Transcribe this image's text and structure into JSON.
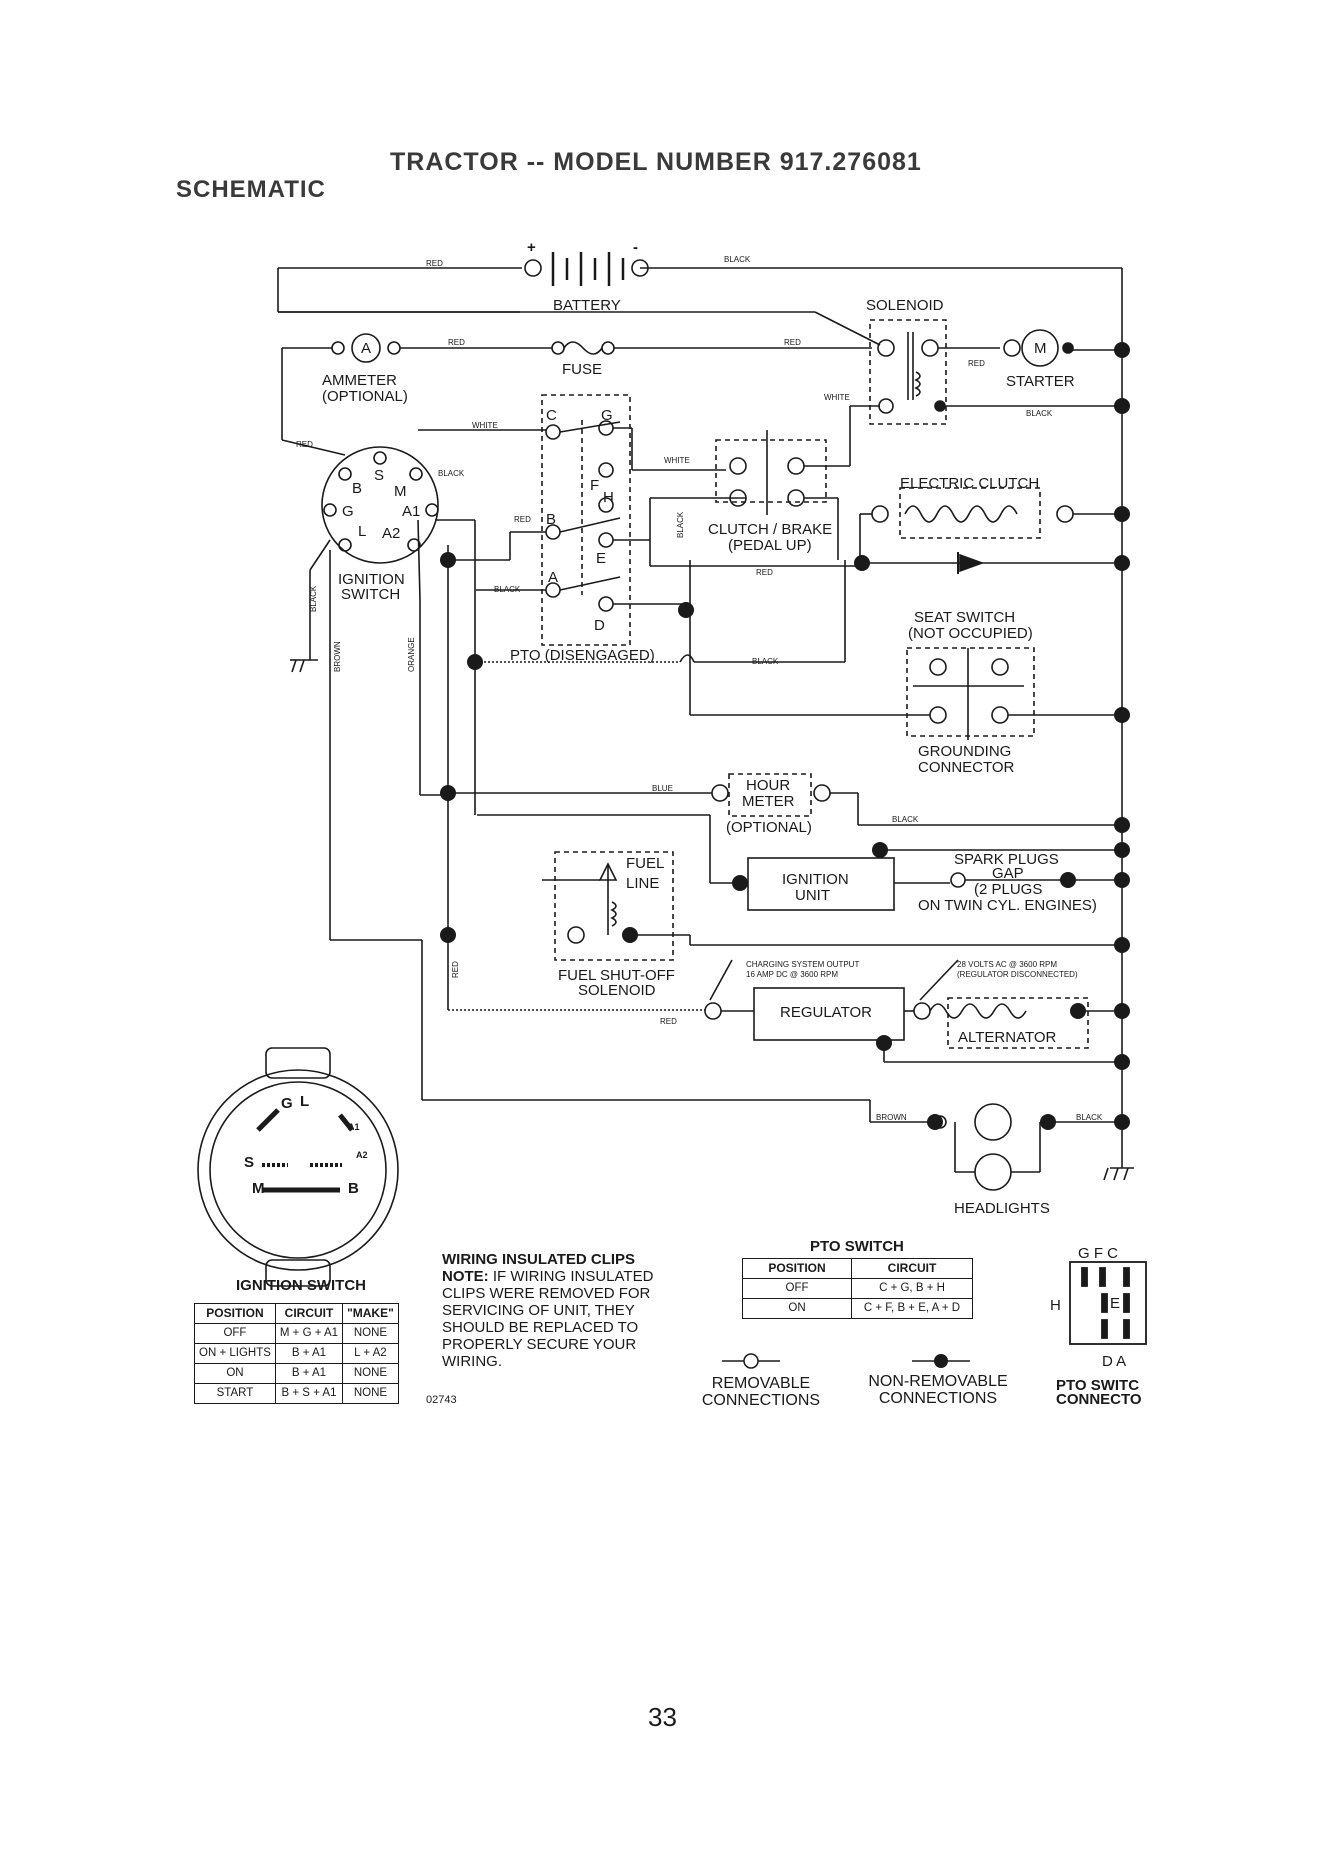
{
  "header": {
    "title": "TRACTOR -- MODEL NUMBER 917.276081",
    "subtitle": "SCHEMATIC"
  },
  "components": {
    "battery": "BATTERY",
    "battery_plus": "+",
    "battery_minus": "-",
    "solenoid": "SOLENOID",
    "ammeter": "AMMETER",
    "ammeter_optional": "(OPTIONAL)",
    "ammeter_symbol": "A",
    "fuse": "FUSE",
    "starter": "STARTER",
    "starter_symbol": "M",
    "ignition_switch_1": "IGNITION",
    "ignition_switch_2": "SWITCH",
    "electric_clutch": "ELECTRIC CLUTCH",
    "clutch_brake_1": "CLUTCH / BRAKE",
    "clutch_brake_2": "(PEDAL UP)",
    "seat_switch_1": "SEAT SWITCH",
    "seat_switch_2": "(NOT OCCUPIED)",
    "grounding_1": "GROUNDING",
    "grounding_2": "CONNECTOR",
    "pto_disengaged": "PTO (DISENGAGED)",
    "hour_meter_1": "HOUR",
    "hour_meter_2": "METER",
    "hour_meter_optional": "(OPTIONAL)",
    "fuel_line_1": "FUEL",
    "fuel_line_2": "LINE",
    "ignition_unit_1": "IGNITION",
    "ignition_unit_2": "UNIT",
    "spark_plugs_1": "SPARK PLUGS",
    "spark_plugs_2": "GAP",
    "spark_plugs_3": "(2 PLUGS",
    "spark_plugs_4": "ON TWIN CYL. ENGINES)",
    "fuel_shutoff_1": "FUEL SHUT-OFF",
    "fuel_shutoff_2": "SOLENOID",
    "charging_output_1": "CHARGING SYSTEM OUTPUT",
    "charging_output_2": "16 AMP DC @ 3600 RPM",
    "volts_ac_1": "28 VOLTS AC @ 3600 RPM",
    "volts_ac_2": "(REGULATOR DISCONNECTED)",
    "regulator": "REGULATOR",
    "alternator": "ALTERNATOR",
    "headlights": "HEADLIGHTS"
  },
  "terminals": {
    "C": "C",
    "G": "G",
    "F": "F",
    "H": "H",
    "B": "B",
    "E": "E",
    "A": "A",
    "D": "D",
    "ign_B": "B",
    "ign_S": "S",
    "ign_M": "M",
    "ign_G": "G",
    "ign_A1": "A1",
    "ign_L": "L",
    "ign_A2": "A2"
  },
  "wire_colors": {
    "red": "RED",
    "black": "BLACK",
    "white": "WHITE",
    "blue": "BLUE",
    "brown": "BROWN",
    "orange": "ORANGE"
  },
  "ignition_face": {
    "G": "G",
    "L": "L",
    "A1": "A1",
    "A2": "A2",
    "S": "S",
    "M": "M",
    "B": "B"
  },
  "ignition_table": {
    "caption": "IGNITION SWITCH",
    "headers": [
      "POSITION",
      "CIRCUIT",
      "\"MAKE\""
    ],
    "rows": [
      [
        "OFF",
        "M + G + A1",
        "NONE"
      ],
      [
        "ON + LIGHTS",
        "B + A1",
        "L + A2"
      ],
      [
        "ON",
        "B + A1",
        "NONE"
      ],
      [
        "START",
        "B + S + A1",
        "NONE"
      ]
    ]
  },
  "wiring_note": {
    "heading": "WIRING INSULATED CLIPS",
    "note_label": "NOTE:",
    "text": "IF WIRING INSULATED CLIPS WERE REMOVED FOR SERVICING OF UNIT, THEY SHOULD BE REPLACED TO PROPERLY SECURE YOUR WIRING."
  },
  "drawing_code": "02743",
  "pto_table": {
    "caption": "PTO SWITCH",
    "headers": [
      "POSITION",
      "CIRCUIT"
    ],
    "rows": [
      [
        "OFF",
        "C + G, B + H"
      ],
      [
        "ON",
        "C + F, B + E, A + D"
      ]
    ]
  },
  "legend": {
    "removable_1": "REMOVABLE",
    "removable_2": "CONNECTIONS",
    "nonremovable_1": "NON-REMOVABLE",
    "nonremovable_2": "CONNECTIONS"
  },
  "pto_connector": {
    "top": "G F C",
    "left": "H",
    "mid": "E",
    "bottom": "D A",
    "label_1": "PTO SWITC",
    "label_2": "CONNECTO"
  },
  "page_number": "33"
}
